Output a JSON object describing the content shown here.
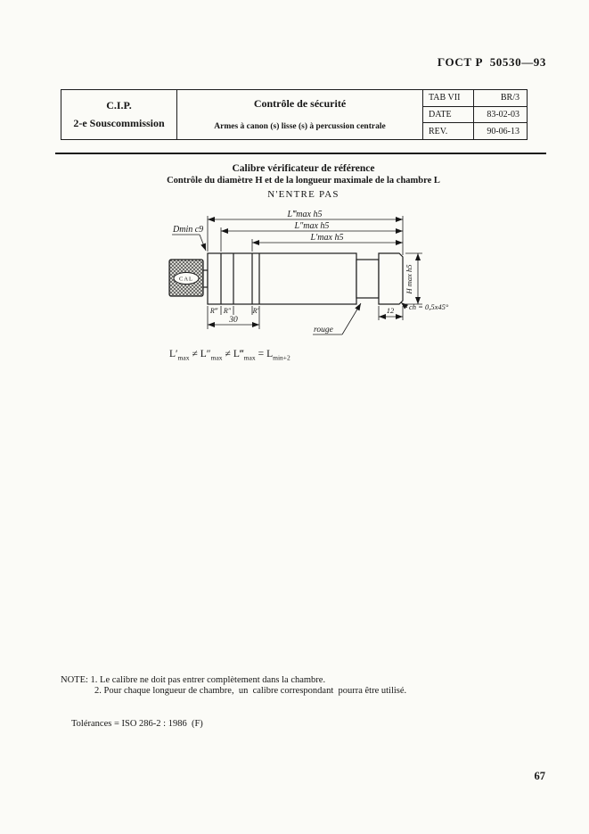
{
  "page": {
    "doc_number": "ГОСТ Р  50530—93",
    "page_number": "67"
  },
  "header": {
    "org": "C.I.P.",
    "org_sub": "2-e Souscommission",
    "title": "Contrôle de sécurité",
    "subtitle": "Armes à canon (s) lisse (s) à percussion centrale",
    "rows": [
      {
        "label": "TAB VII",
        "value": "BR/3"
      },
      {
        "label": "DATE",
        "value": "83-02-03"
      },
      {
        "label": "REV.",
        "value": "90-06-13"
      }
    ]
  },
  "figure": {
    "title1": "Calibre vérificateur de référence",
    "title2": "Contrôle du diamètre H et de la longueur maximale de la chambre L",
    "title3": "N'ENTRE PAS",
    "labels": {
      "dmin": "Dmin c9",
      "l3max": "L‴max h5",
      "l2max": "L″max h5",
      "l1max": "L′max h5",
      "hmax": "H max h5",
      "r3": "R‴",
      "r2": "R″",
      "r1": "R′",
      "dim30": "30",
      "rouge": "rouge",
      "dim12": "12",
      "chamfer": "ch = 0,5x45°",
      "cal": "CAL"
    },
    "formula": {
      "b1": "L′",
      "s1": "max",
      "op1": "≠",
      "b2": "L″",
      "s2": "max",
      "op2": "≠",
      "b3": "L‴",
      "s3": "max",
      "op3": "=",
      "b4": "L",
      "s4": "min+2"
    }
  },
  "notes": {
    "note1": "NOTE: 1. Le calibre ne doit pas entrer complètement dans la chambre.",
    "note2": "2. Pour chaque longueur de chambre,  un  calibre correspondant  pourra être utilisé.",
    "tolerances": "Tolérances = ISO 286-2 : 1986  (F)"
  }
}
